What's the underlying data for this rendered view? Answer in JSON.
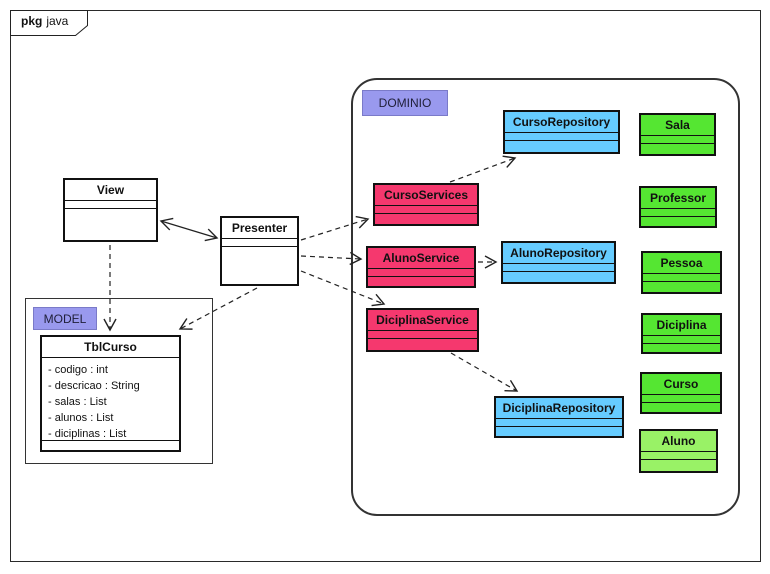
{
  "diagram": {
    "tag": {
      "keyword": "pkg",
      "name": "java"
    }
  },
  "packages": {
    "dominio": {
      "label": "DOMINIO"
    },
    "model": {
      "label": "MODEL"
    }
  },
  "classes": {
    "view": {
      "name": "View"
    },
    "presenter": {
      "name": "Presenter"
    },
    "tblcurso": {
      "name": "TblCurso",
      "attributes": [
        "- codigo : int",
        "- descricao : String",
        "- salas : List",
        "- alunos : List",
        "- diciplinas : List"
      ]
    },
    "curso_services": {
      "name": "CursoServices"
    },
    "aluno_service": {
      "name": "AlunoService"
    },
    "diciplina_service": {
      "name": "DiciplinaService"
    },
    "curso_repository": {
      "name": "CursoRepository"
    },
    "aluno_repository": {
      "name": "AlunoRepository"
    },
    "diciplina_repository": {
      "name": "DiciplinaRepository"
    },
    "sala": {
      "name": "Sala"
    },
    "professor": {
      "name": "Professor"
    },
    "pessoa": {
      "name": "Pessoa"
    },
    "diciplina": {
      "name": "Diciplina"
    },
    "curso": {
      "name": "Curso"
    },
    "aluno": {
      "name": "Aluno"
    }
  },
  "colors": {
    "service_pink": "#F5386E",
    "repository_blue": "#66CCFF",
    "entity_green": "#55E632",
    "entity_light_green": "#99F266",
    "package_label_purple": "#9999EE",
    "class_white": "#FFFFFF"
  }
}
